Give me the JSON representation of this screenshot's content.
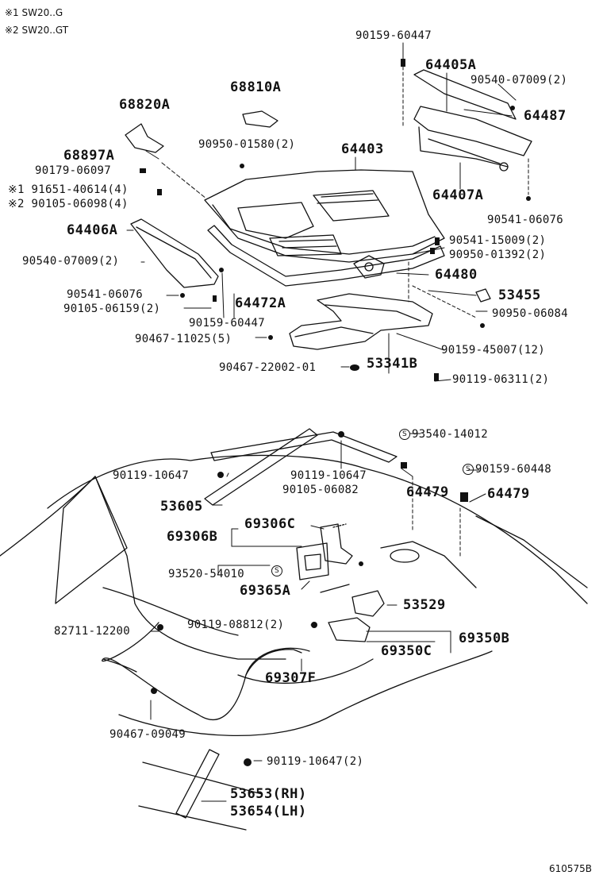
{
  "notes": [
    "※1 SW20..G",
    "※2 SW20..GT"
  ],
  "figure_id": "610575B",
  "labels": {
    "p90159_60447_top": "90159-60447",
    "p64405A": "64405A",
    "p90540_07009_r": "90540-07009(2)",
    "p64487": "64487",
    "p68810A": "68810A",
    "p68820A": "68820A",
    "p90950_01580": "90950-01580(2)",
    "p64403": "64403",
    "p68897A": "68897A",
    "p90179_06097": "90179-06097",
    "p91651_40614": "※1 91651-40614(4)",
    "p90105_06098": "※2 90105-06098(4)",
    "p64407A": "64407A",
    "p90541_06076_r": "90541-06076",
    "p64406A": "64406A",
    "p90541_15009": "90541-15009(2)",
    "p90950_01392": "90950-01392(2)",
    "p90540_07009_l": "90540-07009(2)",
    "p64480": "64480",
    "p90541_06076_l": "90541-06076",
    "p53455": "53455",
    "p90105_06159": "90105-06159(2)",
    "p64472A": "64472A",
    "p90950_06084": "90950-06084",
    "p90159_60447_mid": "90159-60447",
    "p90467_11025": "90467-11025(5)",
    "p90159_45007": "90159-45007(12)",
    "p90467_22002": "90467-22002-01",
    "p53341B": "53341B",
    "p90119_06311": "90119-06311(2)",
    "p93540_14012": "93540-14012",
    "p90119_10647_a": "90119-10647",
    "p90119_10647_b": "90119-10647",
    "p90159_60448": "90159-60448",
    "p90105_06082": "90105-06082",
    "p64479_a": "64479",
    "p64479_b": "64479",
    "p53605": "53605",
    "p69306C": "69306C",
    "p69306B": "69306B",
    "p93520_54010": "93520-54010",
    "p69365A": "69365A",
    "p53529": "53529",
    "p82711_12200": "82711-12200",
    "p90119_08812": "90119-08812(2)",
    "p69350B": "69350B",
    "p69350C": "69350C",
    "p69307F": "69307F",
    "p90467_09049": "90467-09049",
    "p90119_10647_c": "90119-10647(2)",
    "p53653": "53653(RH)",
    "p53654": "53654(LH)"
  },
  "symbols": {
    "s_mark": "S"
  }
}
